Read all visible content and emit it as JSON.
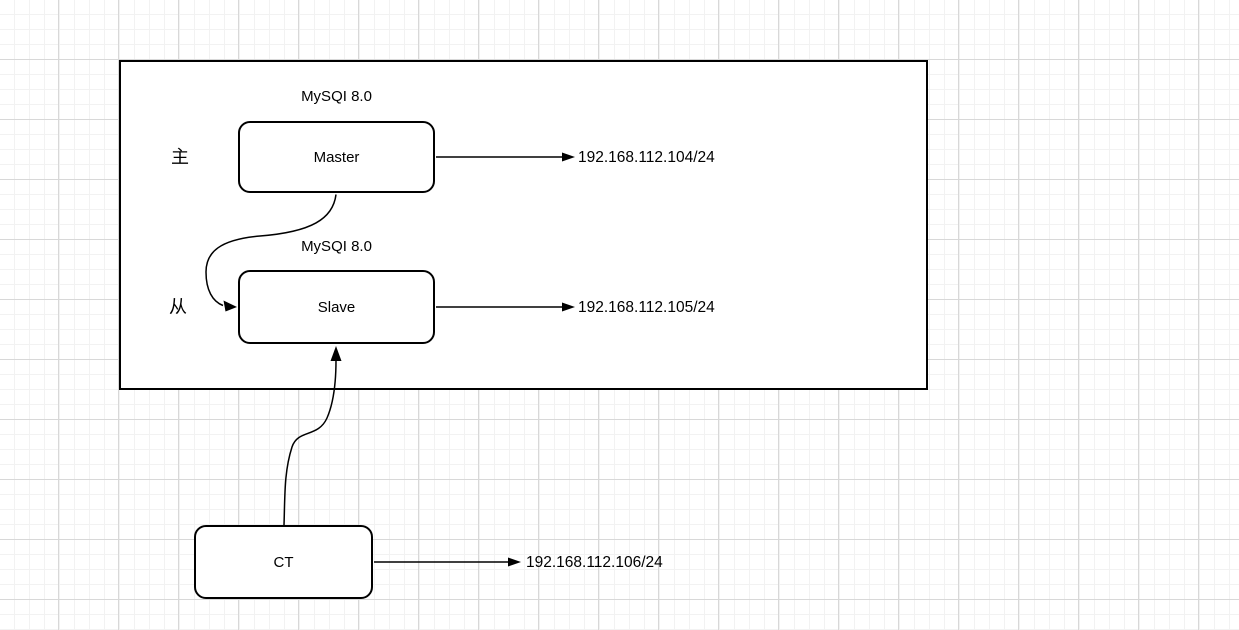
{
  "colors": {
    "stroke": "#000000",
    "shape_fill": "#ffffff",
    "grid_minor": "#f2f2f2",
    "grid_major": "#d8d8d8"
  },
  "diagram": {
    "cluster": {
      "master_caption": "MySQI 8.0",
      "slave_caption": "MySQI 8.0",
      "master_role": "主",
      "slave_role": "从"
    },
    "nodes": {
      "master": {
        "label": "Master",
        "ip": "192.168.112.104/24"
      },
      "slave": {
        "label": "Slave",
        "ip": "192.168.112.105/24"
      },
      "ct": {
        "label": "CT",
        "ip": "192.168.112.106/24"
      }
    },
    "edges": [
      {
        "from": "Master",
        "to": "192.168.112.104/24"
      },
      {
        "from": "Slave",
        "to": "192.168.112.105/24"
      },
      {
        "from": "CT",
        "to": "192.168.112.106/24"
      },
      {
        "from": "Master",
        "to": "Slave"
      },
      {
        "from": "CT",
        "to": "Slave"
      }
    ]
  }
}
